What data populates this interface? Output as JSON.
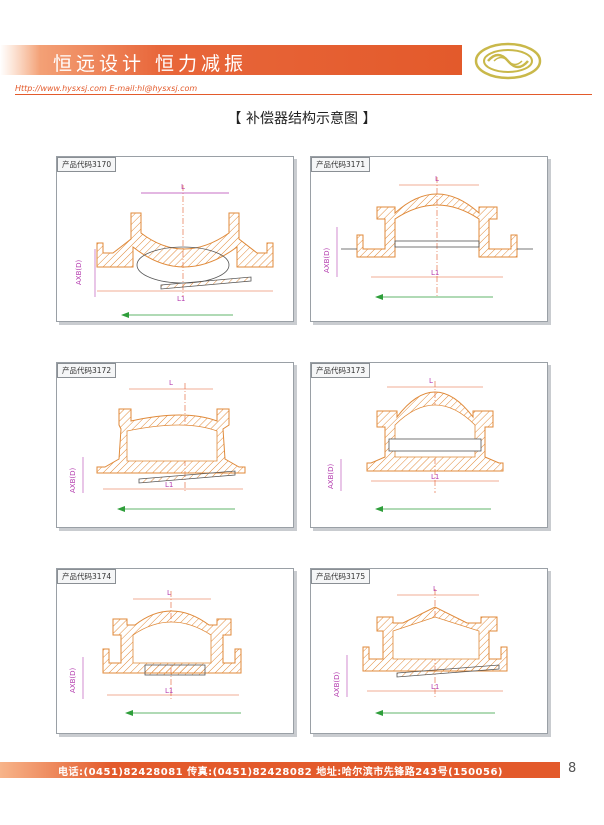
{
  "header": {
    "slogan": "恒远设计  恒力减振",
    "contact": "Http://www.hysxsj.com  E-mail:hl@hysxsj.com"
  },
  "title": "【 补偿器结构示意图 】",
  "panels": [
    {
      "code": "产品代码3170",
      "dim_l": "L",
      "dim_l1": "L1",
      "dim_side": "AXB(D)"
    },
    {
      "code": "产品代码3171",
      "dim_l": "L",
      "dim_l1": "L1",
      "dim_side": "AXB(D)"
    },
    {
      "code": "产品代码3172",
      "dim_l": "L",
      "dim_l1": "L1",
      "dim_side": "AXB(D)"
    },
    {
      "code": "产品代码3173",
      "dim_l": "L",
      "dim_l1": "L1",
      "dim_side": "AXB(D)"
    },
    {
      "code": "产品代码3174",
      "dim_l": "L",
      "dim_l1": "L1",
      "dim_side": "AXB(D)"
    },
    {
      "code": "产品代码3175",
      "dim_l": "L",
      "dim_l1": "L1",
      "dim_side": "AXB(D)"
    }
  ],
  "footer": {
    "text": "电话:(0451)82428081  传真:(0451)82428082  地址:哈尔滨市先锋路243号(150056)",
    "page": "8"
  },
  "colors": {
    "accent": "#e35a2b",
    "drawing": "#e08a3a",
    "dimension": "#b53fb0",
    "arrow": "#2e9e3a"
  }
}
